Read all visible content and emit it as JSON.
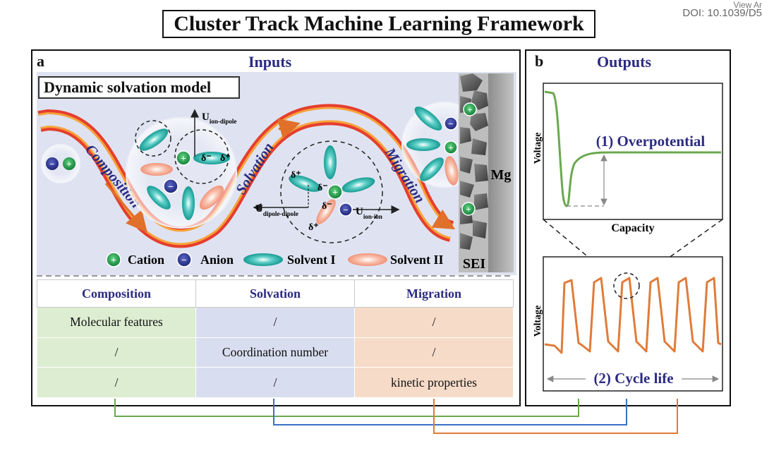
{
  "header": {
    "title": "Cluster Track Machine Learning Framework",
    "doi_top": "View Ar",
    "doi": "DOI: 10.1039/D5"
  },
  "panel_a": {
    "letter": "a",
    "title": "Inputs",
    "model_label": "Dynamic solvation model",
    "path_labels": {
      "composition": "Composition",
      "solvation": "Solvation",
      "migration": "Migration"
    },
    "energy_labels": {
      "ion_dipole": "U",
      "ion_dipole_sub": "ion-dipole",
      "dipole_dipole": "U",
      "dipole_dipole_sub": "dipole-dipole",
      "ion_ion": "U",
      "ion_ion_sub": "ion-ion"
    },
    "charge_symbols": {
      "delta_minus": "δ⁻",
      "delta_plus": "δ⁺"
    },
    "electrode_label": "Mg",
    "sei_label": "SEI",
    "legend": [
      {
        "symbol": "+",
        "label": "Cation",
        "color": "#1f9e4a"
      },
      {
        "symbol": "−",
        "label": "Anion",
        "color": "#27318f"
      },
      {
        "symbol": "",
        "label": "Solvent I",
        "color": "#2aa9a2"
      },
      {
        "symbol": "",
        "label": "Solvent II",
        "color": "#f5aa92"
      }
    ],
    "table": {
      "headers": [
        "Composition",
        "Solvation",
        "Migration"
      ],
      "rows": [
        [
          "Molecular features",
          "/",
          "/"
        ],
        [
          "/",
          "Coordination number",
          "/"
        ],
        [
          "/",
          "/",
          "kinetic properties"
        ]
      ]
    }
  },
  "panel_b": {
    "letter": "b",
    "title": "Outputs",
    "top_plot": {
      "ylabel": "Voltage",
      "xlabel": "Capacity",
      "annotation": "(1) Overpotential"
    },
    "bottom_plot": {
      "ylabel": "Voltage",
      "annotation": "(2) Cycle life"
    }
  },
  "colors": {
    "composition_line": "#6aa84f",
    "solvation_line": "#3c6fc4",
    "migration_line": "#e07b39",
    "title_blue": "#2b2b82",
    "background_blue": "#dfe3f1"
  }
}
